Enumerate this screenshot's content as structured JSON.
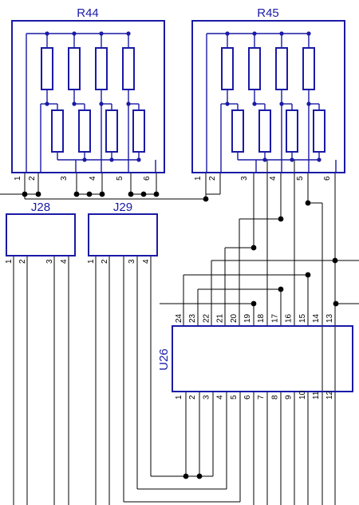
{
  "parts": {
    "r44": {
      "ref": "R44",
      "pins": [
        "1",
        "2",
        "3",
        "4",
        "5",
        "6"
      ]
    },
    "r45": {
      "ref": "R45",
      "pins": [
        "1",
        "2",
        "3",
        "4",
        "5",
        "6"
      ]
    },
    "j28": {
      "ref": "J28",
      "pins": [
        "1",
        "2",
        "3",
        "4"
      ]
    },
    "j29": {
      "ref": "J29",
      "pins": [
        "1",
        "2",
        "3",
        "4"
      ]
    },
    "u26": {
      "ref": "U26",
      "top_pins": [
        "24",
        "23",
        "22",
        "21",
        "20",
        "19",
        "18",
        "17",
        "16",
        "15",
        "14",
        "13"
      ],
      "bottom_pins": [
        "1",
        "2",
        "3",
        "4",
        "5",
        "6",
        "7",
        "8",
        "9",
        "10",
        "11",
        "12"
      ]
    }
  },
  "colors": {
    "component": "#1a1aa6",
    "wire": "#000000",
    "background": "#ffffff"
  }
}
